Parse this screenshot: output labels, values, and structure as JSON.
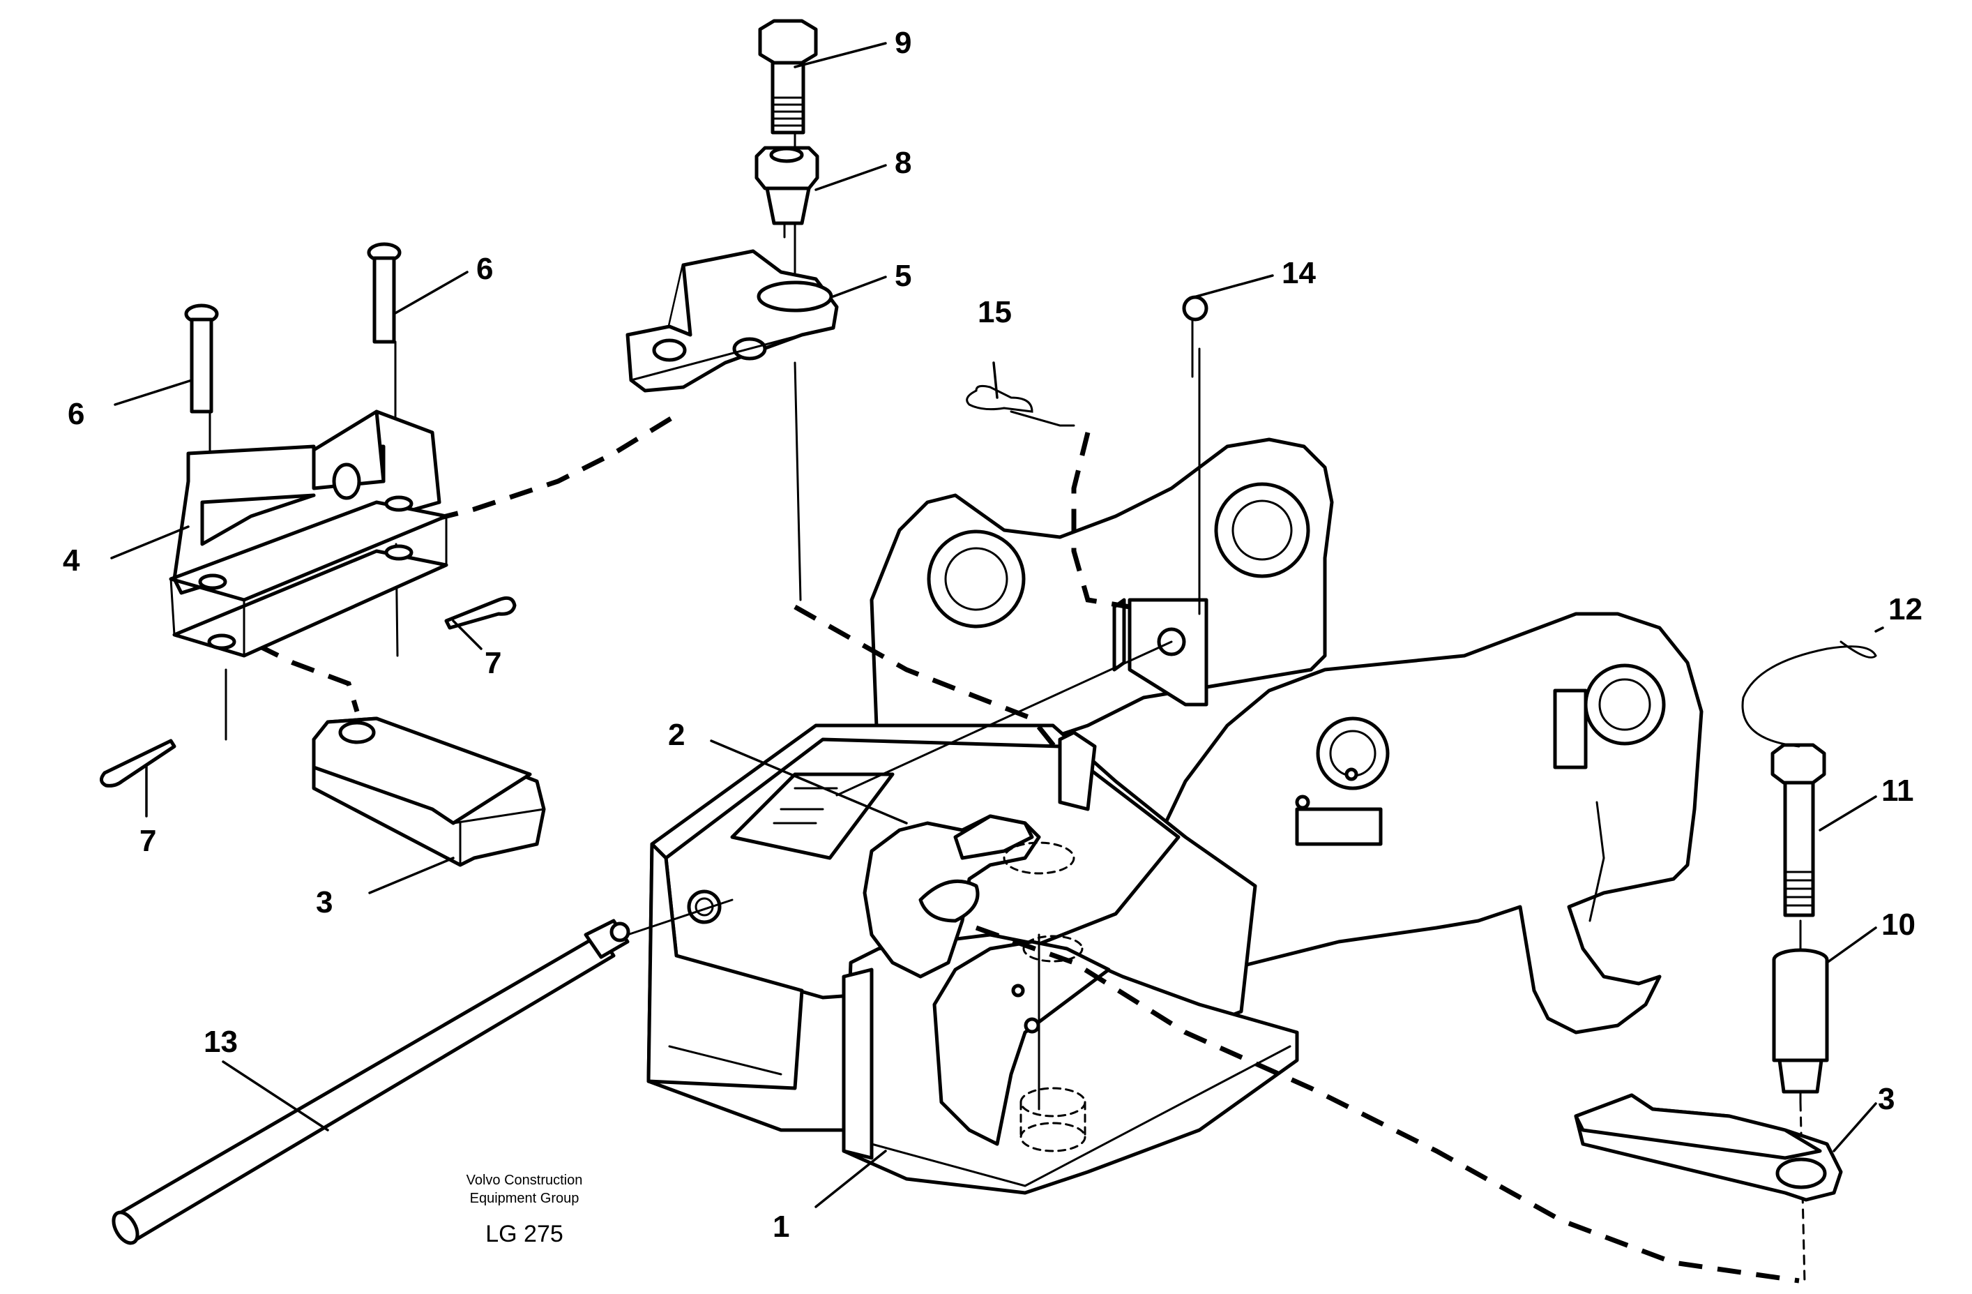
{
  "callouts": {
    "c1": "1",
    "c2": "2",
    "c3a": "3",
    "c3b": "3",
    "c4": "4",
    "c5": "5",
    "c6a": "6",
    "c6b": "6",
    "c7a": "7",
    "c7b": "7",
    "c8": "8",
    "c9": "9",
    "c10": "10",
    "c11": "11",
    "c12": "12",
    "c13": "13",
    "c14": "14",
    "c15": "15"
  },
  "footer": {
    "company_line1": "Volvo Construction",
    "company_line2": "Equipment Group",
    "drawing_code": "LG 275"
  }
}
